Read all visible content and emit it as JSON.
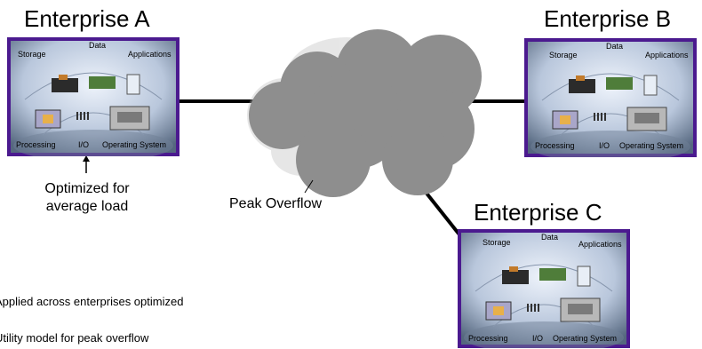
{
  "enterprises": [
    {
      "name": "Enterprise A",
      "labels": {
        "storage": "Storage",
        "data": "Data",
        "applications": "Applications",
        "processing": "Processing",
        "io": "I/O",
        "os": "Operating System"
      }
    },
    {
      "name": "Enterprise B",
      "labels": {
        "storage": "Storage",
        "data": "Data",
        "applications": "Applications",
        "processing": "Processing",
        "io": "I/O",
        "os": "Operating System"
      }
    },
    {
      "name": "Enterprise C",
      "labels": {
        "storage": "Storage",
        "data": "Data",
        "applications": "Applications",
        "processing": "Processing",
        "io": "I/O",
        "os": "Operating System"
      }
    }
  ],
  "note_line1": "Optimized for",
  "note_line2": "average load",
  "cloud_label": "Peak Overflow",
  "bullets": [
    "Applied across enterprises optimized",
    "Utility model for peak overflow"
  ],
  "colors": {
    "panel_border": "#4b1a8f",
    "cloud": "#8e8e8e",
    "connector": "#000000"
  }
}
